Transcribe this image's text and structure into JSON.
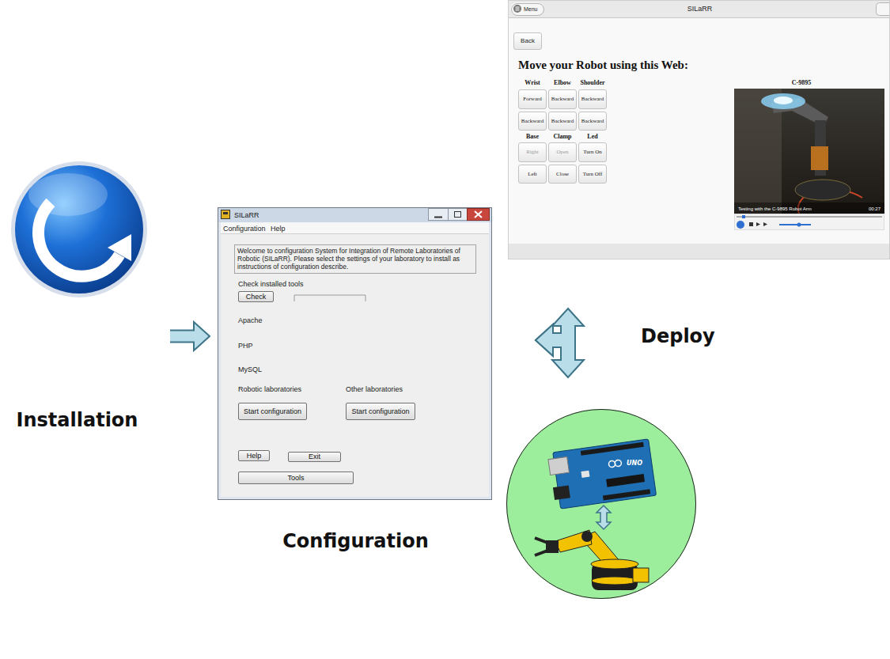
{
  "diagram": {
    "nodes": [
      {
        "text": [
          "Installation"
        ]
      },
      {
        "text": [
          "SILaRR",
          "Configuration",
          "Help",
          "Check installed tools",
          "Apache",
          "PHP",
          "MySQL",
          "Robotic laboratories",
          "Other laboratories",
          "Configuration"
        ]
      },
      {
        "text": [
          "Welcome to configuration System for Integration of Remote Laboratories of Robotic (SILaRR). Please select the settings of your laboratory to install as instructions of configuration describe."
        ],
        "in": 1
      },
      {
        "text": [
          "Check"
        ],
        "in": 1
      },
      {
        "text": [
          "Start configuration"
        ],
        "in": 1
      },
      {
        "text": [
          "Start configuration"
        ],
        "in": 1
      },
      {
        "text": [
          "Help"
        ],
        "in": 1
      },
      {
        "text": [
          "Exit"
        ],
        "in": 1
      },
      {
        "text": [
          "Tools"
        ],
        "in": 1
      },
      {
        "text": [
          "SILaRR",
          "Move your Robot using this Web:",
          "Wrist",
          "Elbow",
          "Shoulder",
          "Base",
          "Clamp",
          "Led",
          "C-9895",
          "Testing with the C-9895 Robot Arm",
          "00:27"
        ]
      },
      {
        "text": [
          "Menu"
        ],
        "in": 9
      },
      {
        "text": [
          "Back"
        ],
        "in": 9
      },
      {
        "text": [
          "Forward"
        ],
        "in": 9
      },
      {
        "text": [
          "Backward"
        ],
        "in": 9
      },
      {
        "text": [
          "Backward"
        ],
        "in": 9
      },
      {
        "text": [
          "Backward"
        ],
        "in": 9
      },
      {
        "text": [
          "Backward"
        ],
        "in": 9
      },
      {
        "text": [
          "Backward"
        ],
        "in": 9
      },
      {
        "text": [
          "Right"
        ],
        "in": 9
      },
      {
        "text": [
          "Open"
        ],
        "in": 9
      },
      {
        "text": [
          "Turn On"
        ],
        "in": 9
      },
      {
        "text": [
          "Left"
        ],
        "in": 9
      },
      {
        "text": [
          "Close"
        ],
        "in": 9
      },
      {
        "text": [
          "Turn Off"
        ],
        "in": 9
      },
      {
        "text": [
          "UNO"
        ]
      }
    ],
    "edges": [
      {
        "from": 0,
        "to": 1,
        "arrow": "to"
      },
      {
        "from": 1,
        "to": 9,
        "arrow": "both",
        "label": "Deploy"
      },
      {
        "from": 1,
        "to": 24,
        "arrow": "both"
      }
    ]
  }
}
